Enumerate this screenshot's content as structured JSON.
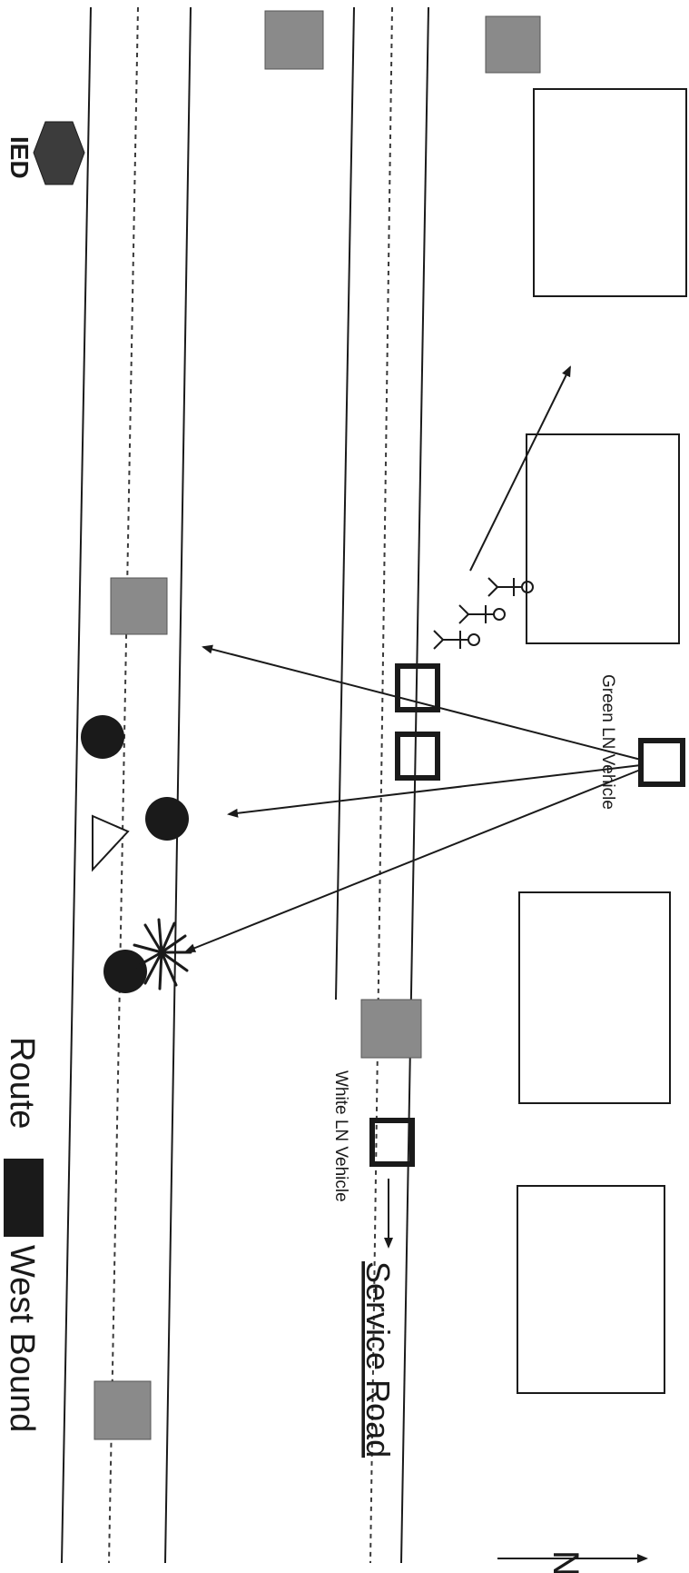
{
  "labels": {
    "ied": "IED",
    "route": "Route",
    "direction": "West Bound",
    "service_road": "Service Road",
    "green_vehicle": "Green LN Vehicle",
    "white_vehicle": "White LN Vehicle",
    "north": "N"
  },
  "colors": {
    "line": "#1a1a1a",
    "dash": "#3a3a3a",
    "gray_block": "#8a8a8a",
    "ied_fill": "#3c3c3c"
  },
  "icons": {
    "ied": "hexagon-icon",
    "redaction": "black-box",
    "tree": "palm-tree-icon",
    "person": "stick-figure-icon",
    "north_arrow": "arrow-icon"
  }
}
